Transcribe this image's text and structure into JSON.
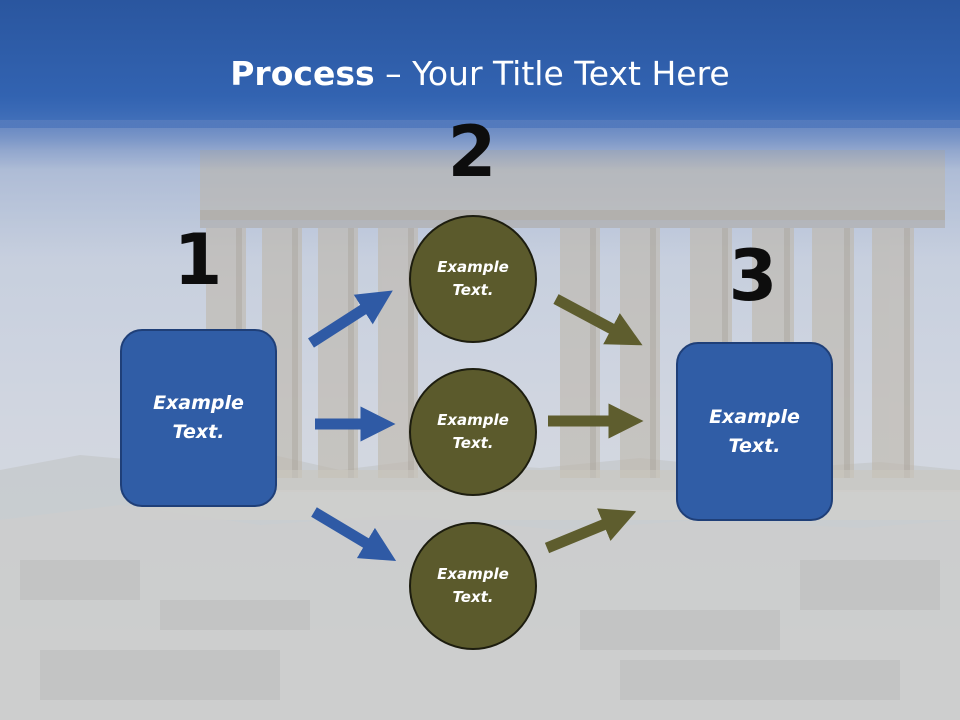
{
  "title": {
    "bold": "Process",
    "rest": " – Your Title Text Here"
  },
  "steps": {
    "one": "1",
    "two": "2",
    "three": "3"
  },
  "boxes": {
    "left_label": "Example Text.",
    "right_label": "Example Text."
  },
  "circles": [
    {
      "label": "Example Text."
    },
    {
      "label": "Example Text."
    },
    {
      "label": "Example Text."
    }
  ],
  "colors": {
    "box_fill": "#305da6",
    "circle_fill": "#5b5a2c",
    "blue_arrow": "#2f5aa5",
    "olive_arrow": "#5e5d2e",
    "header": "#2e5ba7"
  }
}
